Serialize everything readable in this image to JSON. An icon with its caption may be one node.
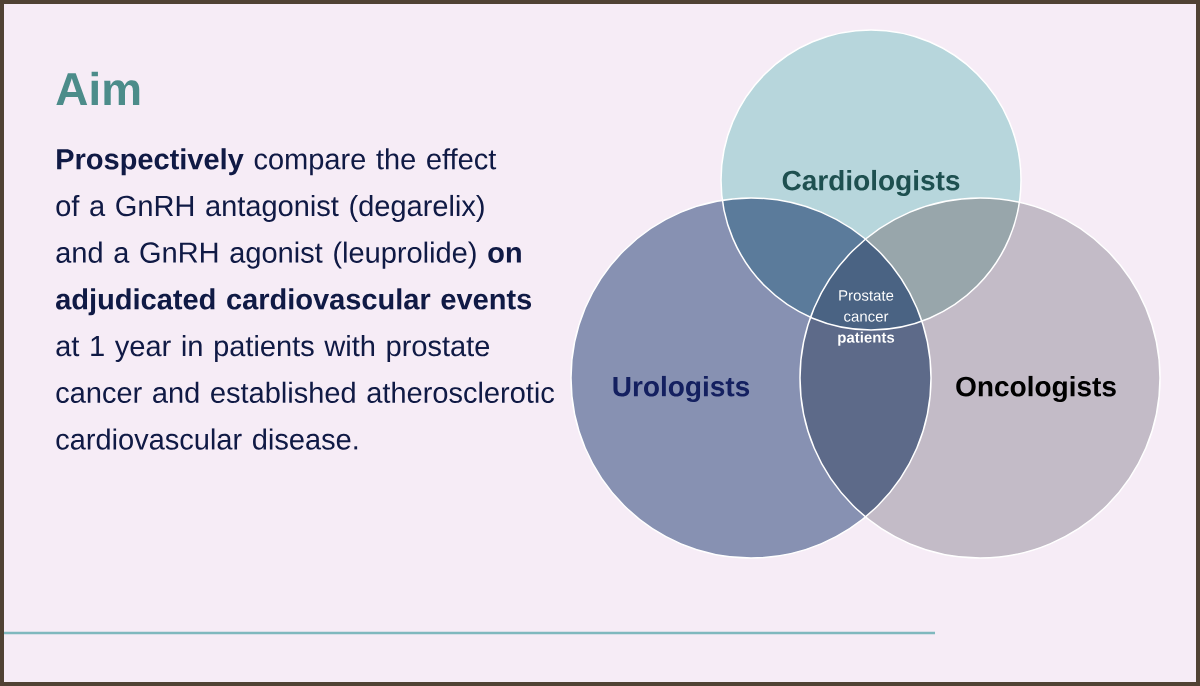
{
  "diagram": {
    "title": "Aim",
    "nodes": [
      {
        "text": [
          "Cardiologists"
        ]
      },
      {
        "text": [
          "Urologists"
        ]
      },
      {
        "text": [
          "Oncologists"
        ]
      },
      {
        "text": [
          "Prostate cancer **patients**"
        ]
      }
    ],
    "labels": [
      "**Prospectively** compare the effect of a GnRH antagonist (degarelix) and a GnRH agonist (leuprolide) **on adjudicated cardiovascular events** at 1 year in patients with prostate cancer and established atherosclerotic cardiovascular disease."
    ]
  }
}
